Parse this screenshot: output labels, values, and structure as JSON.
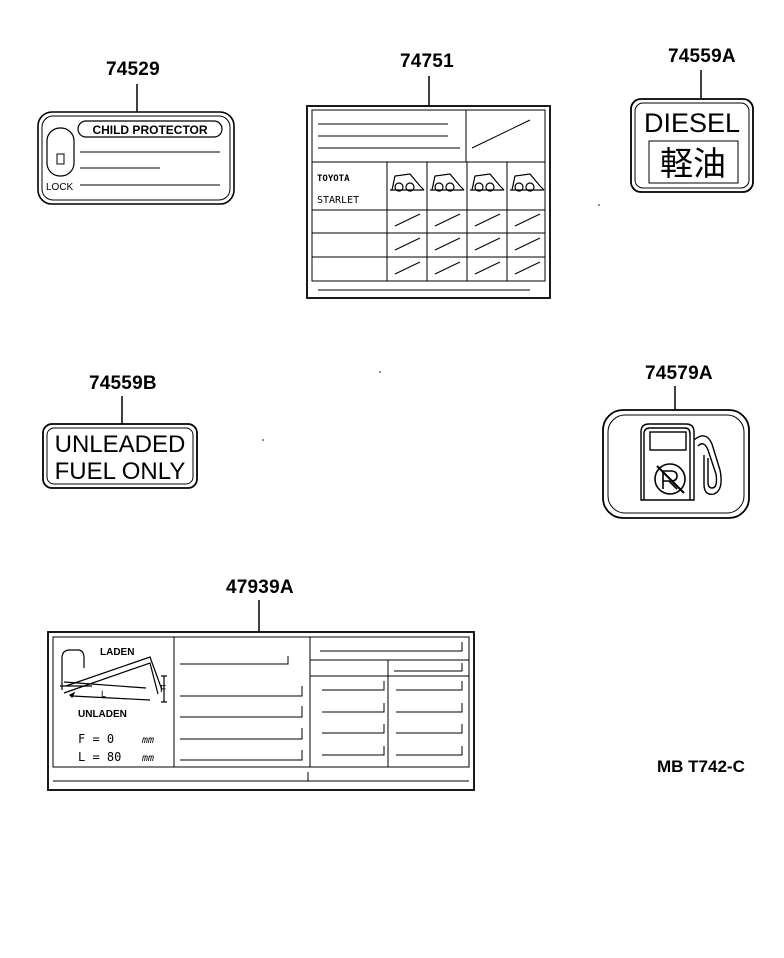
{
  "parts": [
    {
      "id": "child-protector",
      "number": "74529"
    },
    {
      "id": "seat-label",
      "number": "74751"
    },
    {
      "id": "diesel",
      "number": "74559A"
    },
    {
      "id": "unleaded",
      "number": "74559B"
    },
    {
      "id": "fuel-pump",
      "number": "74579A"
    },
    {
      "id": "headlamp",
      "number": "47939A"
    }
  ],
  "child_protector": {
    "title": "CHILD PROTECTOR",
    "lock": "LOCK"
  },
  "seat_label": {
    "brand": "TOYOTA",
    "model": "STARLET"
  },
  "diesel": {
    "line1": "DIESEL",
    "line2": "軽油"
  },
  "unleaded": {
    "line1": "UNLEADED",
    "line2": "FUEL ONLY"
  },
  "headlamp": {
    "laden": "LADEN",
    "unladen": "UNLADEN",
    "l": "L",
    "f": "F",
    "f_value": "F = 0",
    "f_unit": "mm",
    "l_value": "L = 80",
    "l_unit": "mm"
  },
  "reference": "MB T742-C"
}
